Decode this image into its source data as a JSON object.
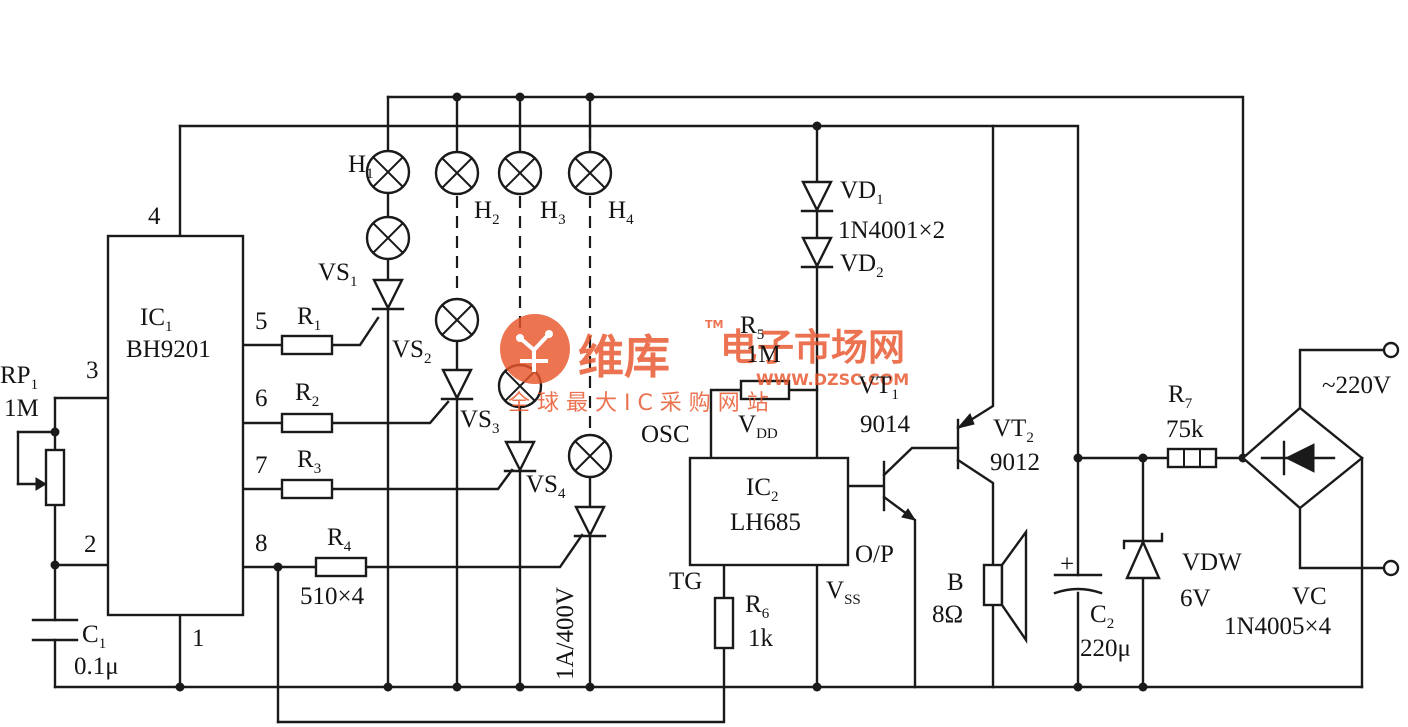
{
  "labels": {
    "ic1": "IC",
    "ic1_sub": "1",
    "ic1_part": "BH9201",
    "ic2": "IC",
    "ic2_sub": "2",
    "ic2_part": "LH685",
    "pin1": "1",
    "pin2": "2",
    "pin3": "3",
    "pin4": "4",
    "pin5": "5",
    "pin6": "6",
    "pin7": "7",
    "pin8": "8",
    "rp1": "RP",
    "rp1_sub": "1",
    "rp1_val": "1M",
    "c1": "C",
    "c1_sub": "1",
    "c1_val": "0.1μ",
    "r1": "R",
    "r1_sub": "1",
    "r2": "R",
    "r2_sub": "2",
    "r3": "R",
    "r3_sub": "3",
    "r4": "R",
    "r4_sub": "4",
    "r4_val": "510×4",
    "r5": "R",
    "r5_sub": "5",
    "r5_val": "1M",
    "r6": "R",
    "r6_sub": "6",
    "r6_val": "1k",
    "r7": "R",
    "r7_sub": "7",
    "r7_val": "75k",
    "h1": "H",
    "h1_sub": "1",
    "h2": "H",
    "h2_sub": "2",
    "h3": "H",
    "h3_sub": "3",
    "h4": "H",
    "h4_sub": "4",
    "vs1": "VS",
    "vs1_sub": "1",
    "vs2": "VS",
    "vs2_sub": "2",
    "vs3": "VS",
    "vs3_sub": "3",
    "vs4": "VS",
    "vs4_sub": "4",
    "scr_rating": "1A/400V",
    "vd1": "VD",
    "vd1_sub": "1",
    "vd_part": "1N4001×2",
    "vd2": "VD",
    "vd2_sub": "2",
    "vt1": "VT",
    "vt1_sub": "1",
    "vt1_part": "9014",
    "vt2": "VT",
    "vt2_sub": "2",
    "vt2_part": "9012",
    "osc": "OSC",
    "vdd": "V",
    "vdd_sub": "DD",
    "vss": "V",
    "vss_sub": "SS",
    "op": "O/P",
    "tg": "TG",
    "spk": "B",
    "spk_val": "8Ω",
    "c2": "C",
    "c2_sub": "2",
    "c2_val": "220μ",
    "c2_plus": "+",
    "vdw": "VDW",
    "vdw_val": "6V",
    "vc": "VC",
    "vc_part": "1N4005×4",
    "mains": "~220V"
  },
  "watermark": {
    "brand": "维库",
    "tm": "TM",
    "name": "电子市场网",
    "url": "WWW.DZSC.COM",
    "slogan": "全 球 最 大 I C 采 购 网 站"
  },
  "colors": {
    "ink": "#1a1a1a",
    "watermark": "#e8552b"
  }
}
